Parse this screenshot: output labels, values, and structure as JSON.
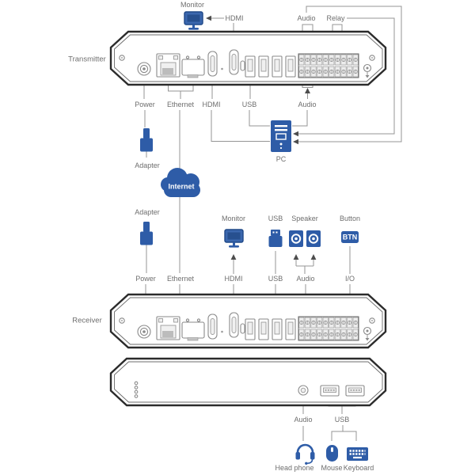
{
  "colors": {
    "accent_blue": "#2e5ca7",
    "accent_blue_dark": "#1f4887",
    "line_gray": "#949494",
    "label_gray": "#6e6e6e",
    "panel_outline": "#2b2b2b"
  },
  "transmitter": {
    "device_label": "Transmitter",
    "monitor_label": "Monitor",
    "hdmi_to_monitor_label": "HDMI",
    "audio_out_label": "Audio",
    "relay_label": "Relay",
    "ports": {
      "power": "Power",
      "ethernet": "Ethernet",
      "hdmi": "HDMI",
      "usb": "USB",
      "audio": "Audio"
    },
    "adapter_label": "Adapter",
    "pc_label": "PC"
  },
  "network": {
    "internet_label": "Internet"
  },
  "receiver": {
    "device_label": "Receiver",
    "adapter_label": "Adapter",
    "peripherals": {
      "monitor": "Monitor",
      "usb": "USB",
      "speaker": "Speaker",
      "button": "Button",
      "button_text": "BTN"
    },
    "ports": {
      "power": "Power",
      "ethernet": "Ethernet",
      "hdmi": "HDMI",
      "usb": "USB",
      "audio": "Audio",
      "io": "I/O"
    }
  },
  "front_panel": {
    "audio_label": "Audio",
    "usb_label": "USB",
    "headphone_label": "Head phone",
    "mouse_label": "Mouse",
    "keyboard_label": "Keyboard"
  }
}
